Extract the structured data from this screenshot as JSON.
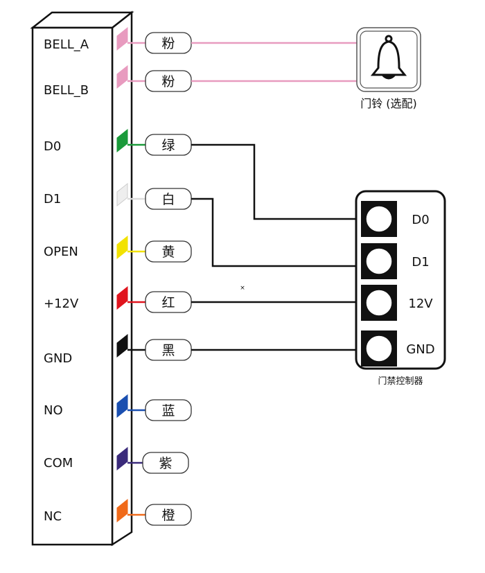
{
  "terminals": [
    {
      "label": "BELL_A",
      "color_name": "粉",
      "color": "#e89bbf"
    },
    {
      "label": "BELL_B",
      "color_name": "粉",
      "color": "#e89bbf"
    },
    {
      "label": "D0",
      "color_name": "绿",
      "color": "#1a9a3a"
    },
    {
      "label": "D1",
      "color_name": "白",
      "color": "#eeeeee"
    },
    {
      "label": "OPEN",
      "color_name": "黄",
      "color": "#f2e200"
    },
    {
      "label": "+12V",
      "color_name": "红",
      "color": "#e0141e"
    },
    {
      "label": "GND",
      "color_name": "黑",
      "color": "#111111"
    },
    {
      "label": "NO",
      "color_name": "蓝",
      "color": "#1a4fb0"
    },
    {
      "label": "COM",
      "color_name": "紫",
      "color": "#3a2a7a"
    },
    {
      "label": "NC",
      "color_name": "橙",
      "color": "#f06a1a"
    }
  ],
  "bell": {
    "caption": "门铃 (选配)",
    "icon": "bell-icon"
  },
  "controller": {
    "caption": "门禁控制器",
    "ports": [
      {
        "label": "D0"
      },
      {
        "label": "D1"
      },
      {
        "label": "12V"
      },
      {
        "label": "GND"
      }
    ]
  },
  "marker": "×"
}
